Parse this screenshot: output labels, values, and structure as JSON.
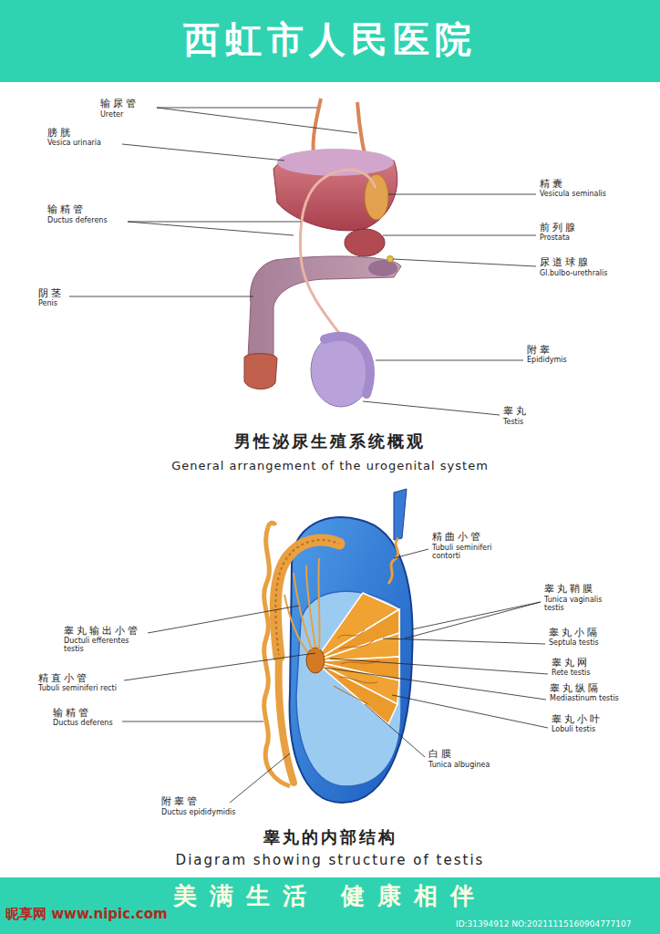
{
  "diagram": {
    "title": "西虹市人民医院",
    "nodes": [
      {
        "text": [
          "美满生活 健康相伴"
        ]
      }
    ],
    "labels": [
      "输尿管",
      "Ureter",
      "膀胱",
      "Vesica urinaria",
      "输精管",
      "Ductus deferens",
      "阴茎",
      "Penis",
      "精囊",
      "Vesicula seminalis",
      "前列腺",
      "Prostata",
      "尿道球腺",
      "Gl.bulbo-urethralis",
      "附睾",
      "Epididymis",
      "睾丸",
      "Testis",
      "男性泌尿生殖系统概观",
      "General arrangement of the urogenital system",
      "精曲小管",
      "Tubuli seminiferi contorti",
      "睾丸鞘膜",
      "Tunica vaginalis testis",
      "睾丸小隔",
      "Septula testis",
      "睾丸网",
      "Rete testis",
      "睾丸纵隔",
      "Mediastinum testis",
      "睾丸小叶",
      "Lobuli testis",
      "白膜",
      "Tunica albuginea",
      "睾丸输出小管",
      "Ductuli efferentes testis",
      "精直小管",
      "Tubuli seminiferi recti",
      "输精管",
      "Ductus deferens",
      "附睾管",
      "Ductus epididymidis",
      "睾丸的内部结构",
      "Diagram showing structure of testis",
      "昵享网 www.nipic.com",
      "ID:31394912 NO:20211115160904777107"
    ]
  }
}
